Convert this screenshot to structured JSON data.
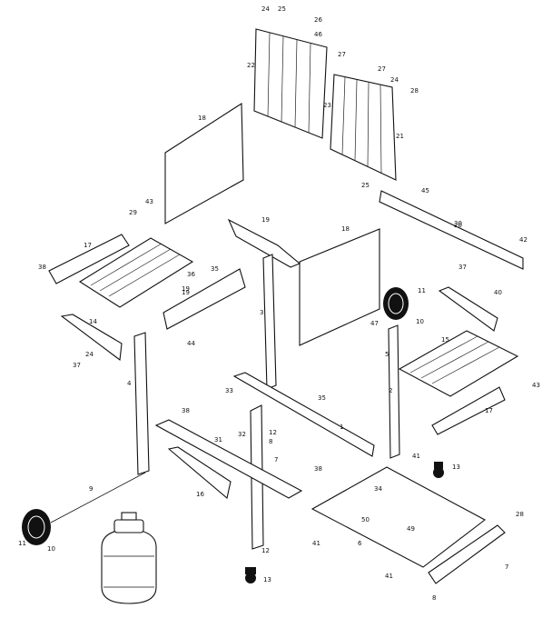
{
  "labels": [
    "24",
    "25",
    "26",
    "27",
    "22",
    "23",
    "27",
    "21",
    "24",
    "28",
    "18",
    "25",
    "46",
    "45",
    "20",
    "43",
    "29",
    "19",
    "17",
    "38",
    "19",
    "36",
    "35",
    "18",
    "37",
    "42",
    "40",
    "10",
    "11",
    "43",
    "19",
    "14",
    "15",
    "47",
    "44",
    "24",
    "37",
    "16",
    "3",
    "4",
    "35",
    "7",
    "17",
    "32",
    "34",
    "5",
    "12",
    "13",
    "41",
    "31",
    "49",
    "50",
    "9",
    "8",
    "6",
    "41",
    "10",
    "11",
    "38",
    "12",
    "13",
    "41",
    "7",
    "8",
    "28",
    "38",
    "30",
    "1",
    "2",
    "33"
  ]
}
